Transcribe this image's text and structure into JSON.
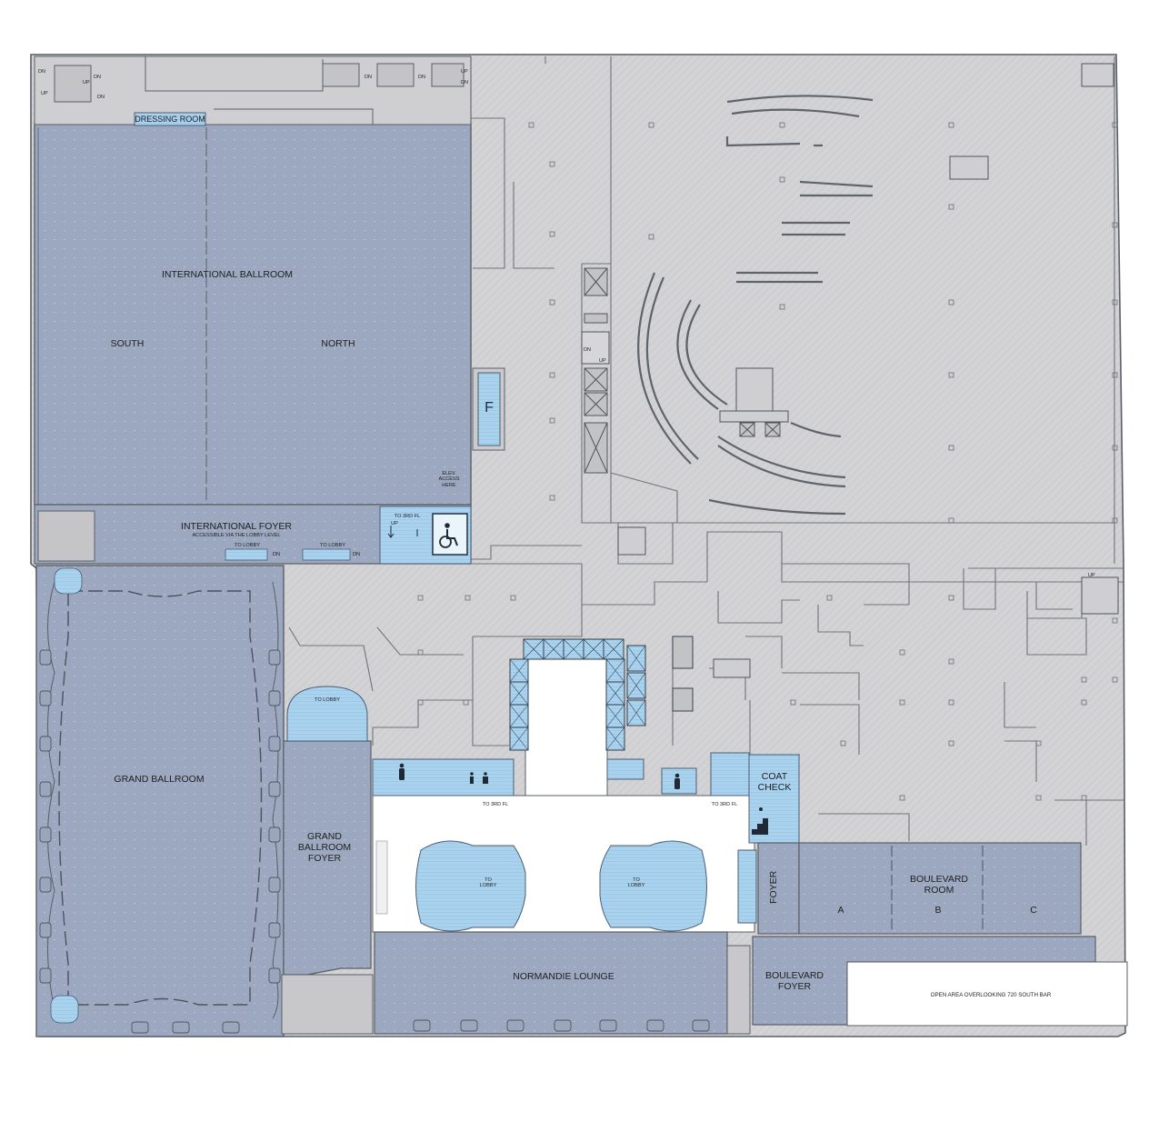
{
  "rooms": {
    "international_ballroom": "INTERNATIONAL BALLROOM",
    "south": "SOUTH",
    "north": "NORTH",
    "dressing_room": "DRESSING ROOM",
    "international_foyer": "INTERNATIONAL FOYER",
    "foyer_note": "ACCESSIBLE VIA THE LOBBY LEVEL",
    "grand_ballroom": "GRAND BALLROOM",
    "grand_ballroom_foyer": "GRAND BALLROOM FOYER",
    "normandie_lounge": "NORMANDIE LOUNGE",
    "boulevard_room": "BOULEVARD ROOM",
    "boulevard_a": "A",
    "boulevard_b": "B",
    "boulevard_c": "C",
    "boulevard_foyer": "BOULEVARD FOYER",
    "foyer": "FOYER",
    "coat_check": "COAT CHECK",
    "open_area": "OPEN AREA OVERLOOKING 720 SOUTH BAR",
    "f_label": "F"
  },
  "annotations": {
    "elev_access": "ELEV. ACCESS HERE",
    "to_3rd_fl_elev": "TO 3RD FL",
    "to_3rd_fl_left": "TO 3RD FL",
    "to_3rd_fl_right": "TO 3RD FL",
    "to_lobby_1": "TO LOBBY",
    "to_lobby_2": "TO LOBBY",
    "to_lobby_stair": "TO LOBBY",
    "to_lobby_stair_left": "TO LOBBY",
    "to_lobby_stair_right": "TO LOBBY",
    "up": "UP",
    "dn": "DN"
  },
  "colors": {
    "event_space": "#9ba8bf",
    "event_space_dark": "#8d9ab1",
    "service_area": "#d2d2d4",
    "highlight": "#a9d2ee",
    "wall": "#5a5f66",
    "white_area": "#ffffff"
  },
  "icons": [
    "wheelchair-icon",
    "restroom-icon",
    "stairs-icon",
    "elevator-icon"
  ]
}
